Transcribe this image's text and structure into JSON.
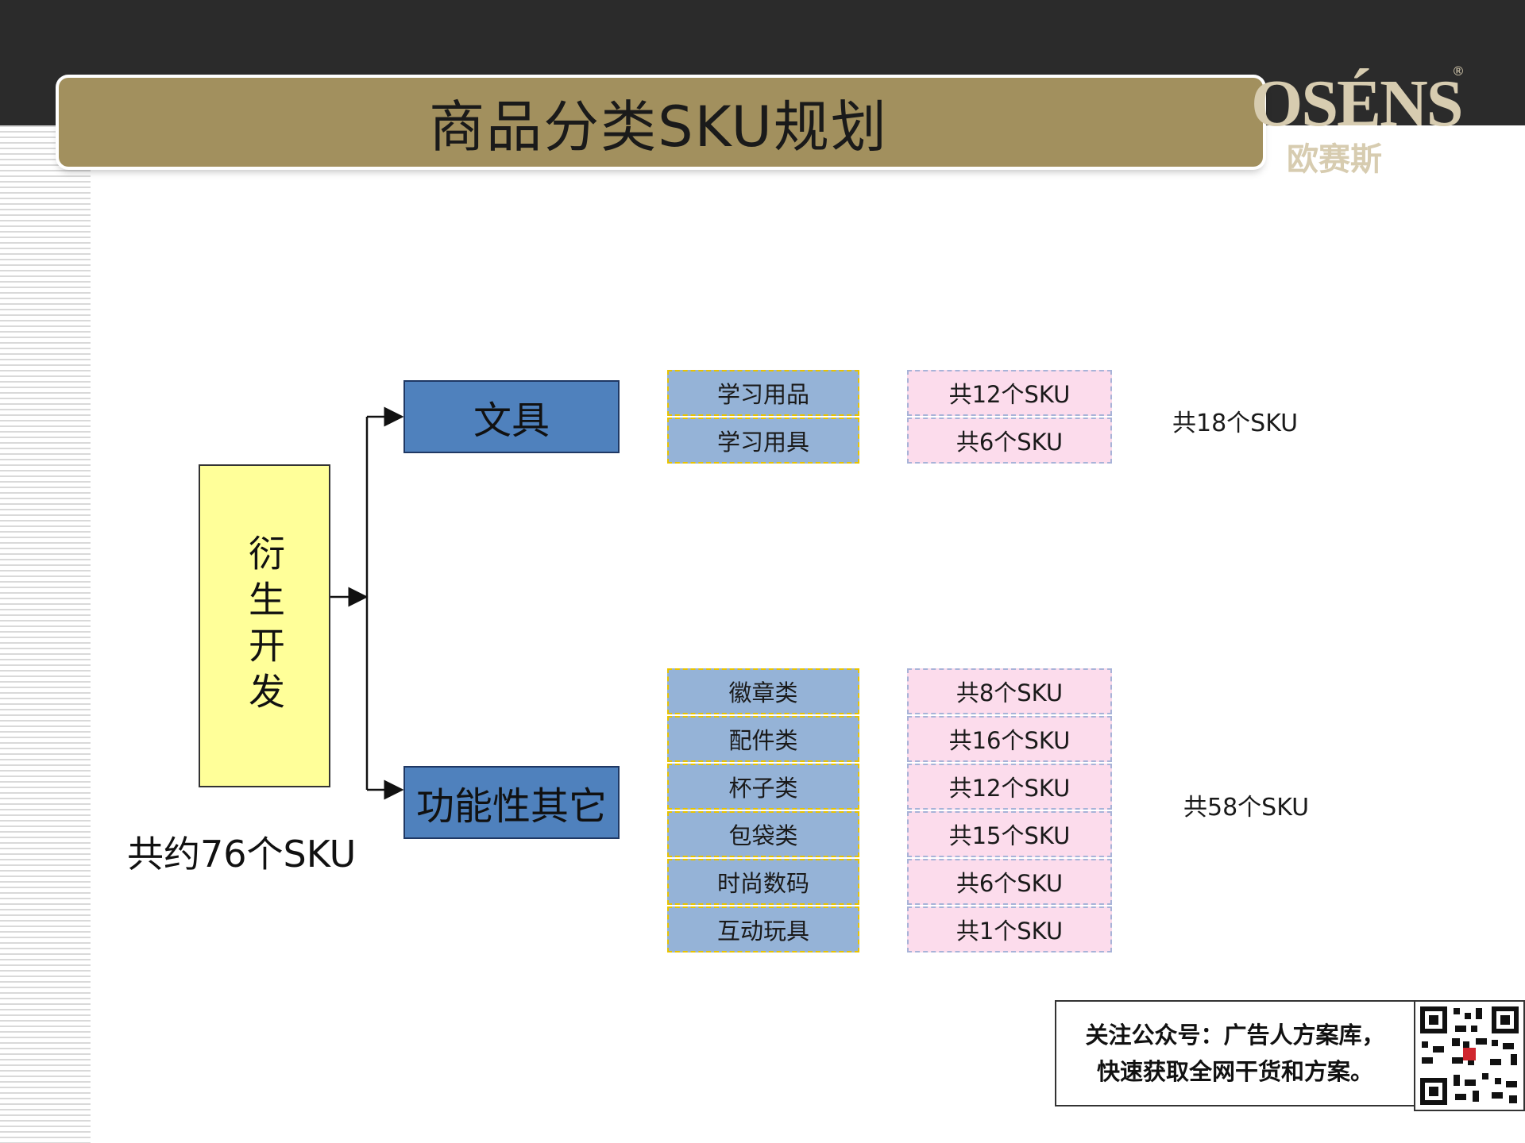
{
  "slide": {
    "title": "商品分类SKU规划",
    "logo": {
      "wordmark": "OSÉNS",
      "registered": "®",
      "chinese": "欧赛斯"
    }
  },
  "diagram": {
    "root": {
      "label": "衍生开发",
      "total": "共约76个SKU"
    },
    "branches": [
      {
        "label": "文具",
        "total": "共18个SKU",
        "categories": [
          {
            "name": "学习用品",
            "count": "共12个SKU"
          },
          {
            "name": "学习用具",
            "count": "共6个SKU"
          }
        ]
      },
      {
        "label": "功能性其它",
        "total": "共58个SKU",
        "categories": [
          {
            "name": "徽章类",
            "count": "共8个SKU"
          },
          {
            "name": "配件类",
            "count": "共16个SKU"
          },
          {
            "name": "杯子类",
            "count": "共12个SKU"
          },
          {
            "name": "包袋类",
            "count": "共15个SKU"
          },
          {
            "name": "时尚数码",
            "count": "共6个SKU"
          },
          {
            "name": "互动玩具",
            "count": "共1个SKU"
          }
        ]
      }
    ]
  },
  "footer": {
    "line1": "关注公众号：广告人方案库，",
    "line2": "快速获取全网干货和方案。",
    "qr_icon": "qr-code"
  },
  "colors": {
    "topbar": "#2b2b2b",
    "title_bar": "#a2905e",
    "root_fill": "#ffff99",
    "branch_fill": "#4f81bd",
    "category_fill": "#95b3d7",
    "count_fill": "#fcdcec"
  }
}
